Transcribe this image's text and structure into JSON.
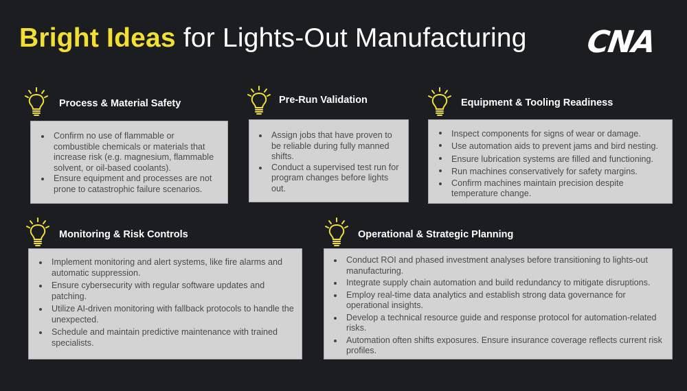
{
  "header": {
    "title_highlight": "Bright Ideas",
    "title_rest": " for Lights-Out Manufacturing",
    "logo": "CNA"
  },
  "colors": {
    "background": "#1b1d21",
    "accent_yellow": "#f2df35",
    "box_fill": "#d3d3d4",
    "body_text": "#4a4a4d"
  },
  "cards": [
    {
      "icon": "lightbulb-icon",
      "title": "Process & Material Safety",
      "items": [
        "Confirm no use of flammable or combustible chemicals or materials that increase risk (e.g. magnesium, flammable solvent, or oil-based coolants).",
        "Ensure equipment and processes are not prone to catastrophic failure scenarios."
      ]
    },
    {
      "icon": "lightbulb-icon",
      "title": "Pre-Run Validation",
      "items": [
        "Assign jobs that have proven to be reliable during fully manned shifts.",
        "Conduct a supervised test run for program changes before lights out."
      ]
    },
    {
      "icon": "lightbulb-icon",
      "title": "Equipment & Tooling Readiness",
      "items": [
        "Inspect components for signs of wear or damage.",
        "Use automation aids to prevent jams and bird nesting.",
        "Ensure lubrication systems are filled and functioning.",
        "Run machines conservatively for safety margins.",
        "Confirm machines maintain precision despite temperature change."
      ]
    },
    {
      "icon": "lightbulb-icon",
      "title": "Monitoring & Risk Controls",
      "items": [
        "Implement monitoring and alert systems, like fire alarms and automatic suppression.",
        "Ensure cybersecurity with regular software updates and patching.",
        "Utilize AI-driven monitoring with fallback protocols to handle the unexpected.",
        "Schedule and maintain predictive maintenance with trained specialists."
      ]
    },
    {
      "icon": "lightbulb-icon",
      "title": "Operational & Strategic Planning",
      "items": [
        "Conduct ROI and phased investment analyses before transitioning to lights-out manufacturing.",
        "Integrate supply chain automation and build redundancy to mitigate disruptions.",
        "Employ real-time data analytics and establish strong data governance for operational insights.",
        "Develop a technical resource guide and response protocol for automation-related risks.",
        "Automation often shifts exposures. Ensure insurance coverage reflects current risk profiles."
      ]
    }
  ]
}
